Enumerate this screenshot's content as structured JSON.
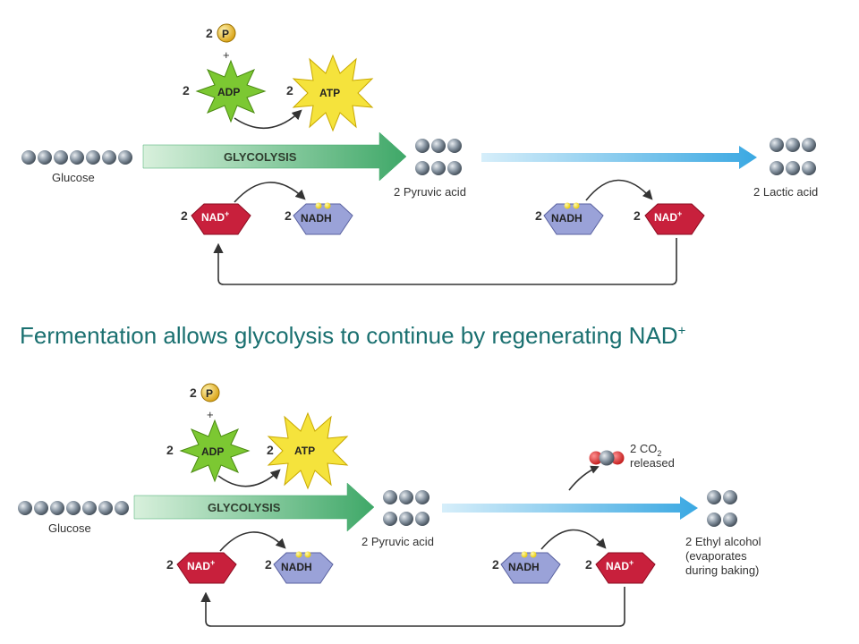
{
  "caption": {
    "text": "Fermentation allows glycolysis to continue by regenerating NAD",
    "sup": "+"
  },
  "colors": {
    "caption": "#1a7070",
    "glycolysis_arrow": "#4fb374",
    "fermentation_arrow": "#5bb8e8",
    "adp": "#7cc832",
    "atp": "#f5e33c",
    "nad": "#c8203c",
    "nadh": "#9aa2d8",
    "phosphate": "#e8b820"
  },
  "diagram_lactic": {
    "phosphate": {
      "count": "2",
      "symbol": "P",
      "plus": "+"
    },
    "adp": {
      "count": "2",
      "label": "ADP"
    },
    "atp": {
      "count": "2",
      "label": "ATP"
    },
    "glucose_label": "Glucose",
    "glycolysis_label": "GLYCOLYSIS",
    "pyruvate_label": "2 Pyruvic acid",
    "product_label": "2 Lactic acid",
    "nad_left": {
      "count": "2",
      "label": "NAD",
      "sup": "+"
    },
    "nadh_left": {
      "count": "2",
      "label": "NADH"
    },
    "nadh_right": {
      "count": "2",
      "label": "NADH"
    },
    "nad_right": {
      "count": "2",
      "label": "NAD",
      "sup": "+"
    }
  },
  "diagram_alcohol": {
    "phosphate": {
      "count": "2",
      "symbol": "P",
      "plus": "+"
    },
    "adp": {
      "count": "2",
      "label": "ADP"
    },
    "atp": {
      "count": "2",
      "label": "ATP"
    },
    "glucose_label": "Glucose",
    "glycolysis_label": "GLYCOLYSIS",
    "pyruvate_label": "2 Pyruvic acid",
    "co2": {
      "line1": "2 CO",
      "sub": "2",
      "line2": "released"
    },
    "product_label_1": "2 Ethyl alcohol",
    "product_label_2": "(evaporates",
    "product_label_3": "during baking)",
    "nad_left": {
      "count": "2",
      "label": "NAD",
      "sup": "+"
    },
    "nadh_left": {
      "count": "2",
      "label": "NADH"
    },
    "nadh_right": {
      "count": "2",
      "label": "NADH"
    },
    "nad_right": {
      "count": "2",
      "label": "NAD",
      "sup": "+"
    }
  }
}
